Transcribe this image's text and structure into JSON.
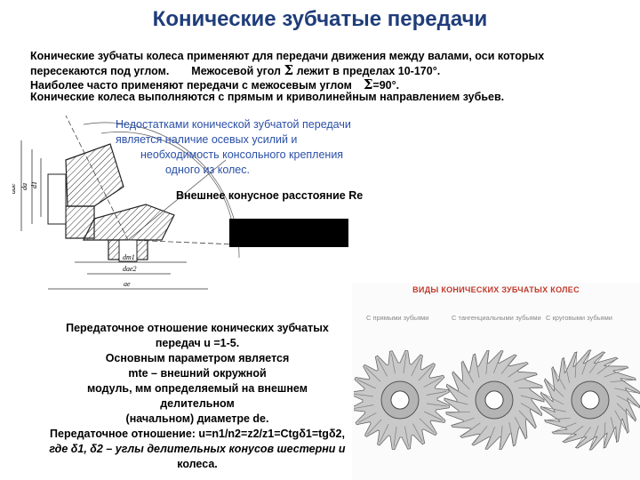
{
  "title": "Конические зубчатые передачи",
  "intro": {
    "line1": "Конические зубчаты колеса применяют для передачи движения между валами, оси которых",
    "line2_a": "пересекаются под углом.",
    "line2_b": "Межосевой угол",
    "line2_sigma": "Σ",
    "line2_c": "лежит в пределах 10-170°.",
    "line3_a": "Наиболее часто применяют передачи с межосевым углом",
    "line3_sigma": "Σ",
    "line3_c": "=90°.",
    "line4": "Конические колеса выполняются с прямым и криволинейным направлением зубьев."
  },
  "drawing_labels": {
    "dae": "dae",
    "da": "da",
    "d1": "d1",
    "dm": "dm1",
    "dae2": "dae2",
    "ae": "ae"
  },
  "disadvantages": {
    "line1": "Недостатками конической зубчатой передачи",
    "line2": "является наличие осевых усилий и",
    "line3": "необходимость консольного крепления",
    "line4": "одного из колес."
  },
  "re_label": "Внешнее конусное расстояние Re",
  "ratio_text": {
    "line1": "Передаточное отношение конических зубчатых",
    "line2": "передач  u  =1-5.",
    "line3": "Основным параметром является",
    "line4": "mte – внешний окружной",
    "line5": "модуль, мм определяемый на внешнем",
    "line6": "делительном",
    "line7": "(начальном) диаметре de.",
    "line8": "Передаточное отношение: u=n1/n2=z2/z1=Ctgδ1=tgδ2,",
    "line9": "где δ1, δ2 – углы делительных конусов шестерни и",
    "line10": "колеса."
  },
  "gear_panel": {
    "title": "ВИДЫ КОНИЧЕСКИХ ЗУБЧАТЫХ КОЛЕС",
    "labels": [
      "С прямыми зубьями",
      "С тангенциальными зубьями",
      "С круговыми зубьями"
    ]
  },
  "colors": {
    "title": "#1f3d7a",
    "disadvantages_text": "#2a4fa8",
    "panel_title": "#c0392b"
  }
}
